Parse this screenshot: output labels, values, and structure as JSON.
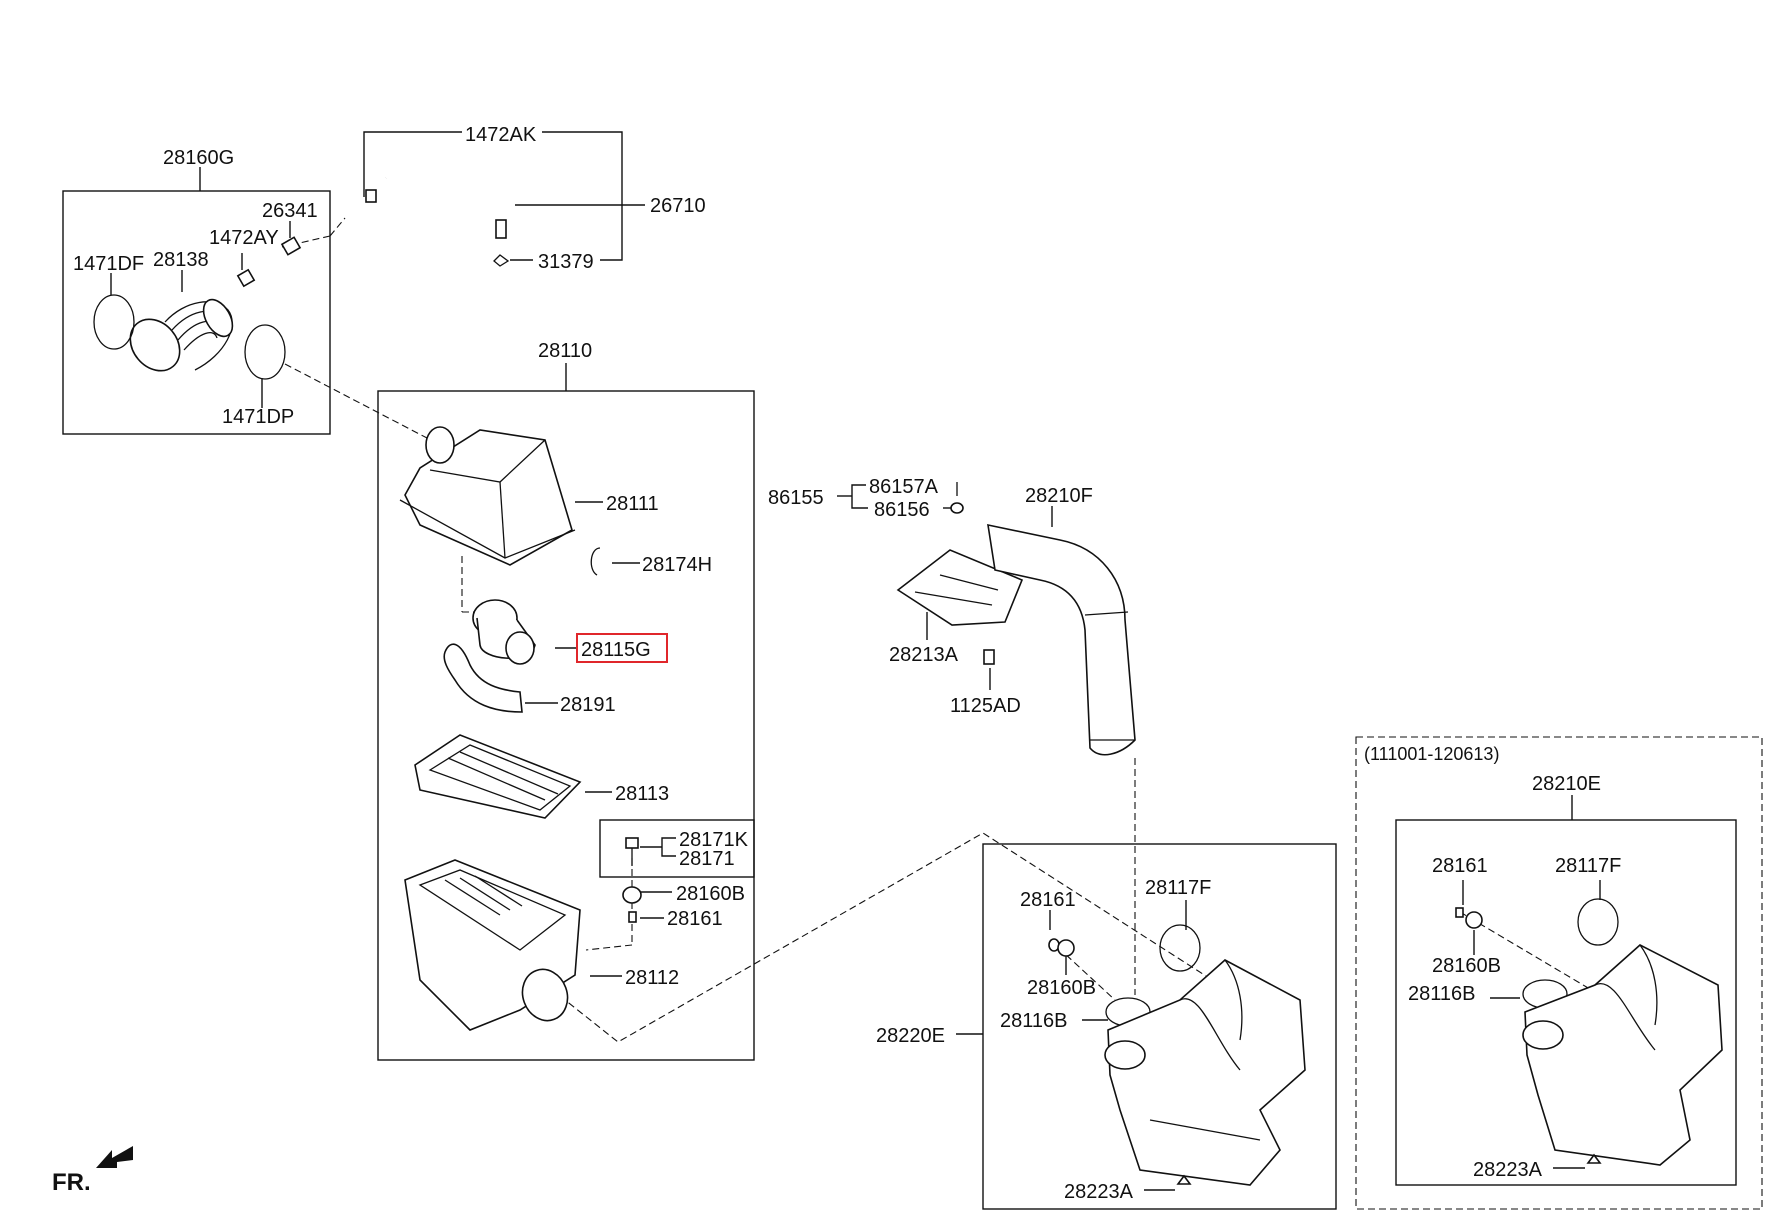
{
  "diagram": {
    "highlighted_part": "28115G",
    "highlight_color": "#e0262b",
    "variant_note": "(111001-120613)",
    "direction_label": "FR.",
    "labels": {
      "p28160G": "28160G",
      "p1472AK": "1472AK",
      "p26710": "26710",
      "p26341": "26341",
      "p1472AY": "1472AY",
      "p1471DF": "1471DF",
      "p28138": "28138",
      "p31379": "31379",
      "p1471DP": "1471DP",
      "p28110": "28110",
      "p28111": "28111",
      "p28174H": "28174H",
      "p28115G": "28115G",
      "p28191": "28191",
      "p28113": "28113",
      "p28171K": "28171K",
      "p28171": "28171",
      "p28160B_a": "28160B",
      "p28161_a": "28161",
      "p28112": "28112",
      "p86155": "86155",
      "p86157A": "86157A",
      "p86156": "86156",
      "p28210F": "28210F",
      "p28213A": "28213A",
      "p1125AD": "1125AD",
      "p28161_b": "28161",
      "p28117F_b": "28117F",
      "p28160B_b": "28160B",
      "p28116B_b": "28116B",
      "p28220E": "28220E",
      "p28223A_b": "28223A",
      "p28210E": "28210E",
      "p28161_c": "28161",
      "p28117F_c": "28117F",
      "p28160B_c": "28160B",
      "p28116B_c": "28116B",
      "p28223A_c": "28223A"
    }
  }
}
